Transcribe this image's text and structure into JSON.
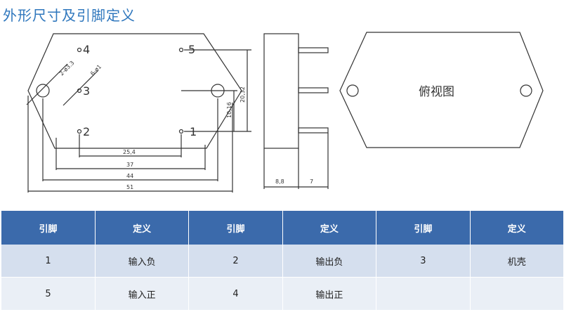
{
  "title": "外形尺寸及引脚定义",
  "drawing": {
    "pin_labels": [
      "4",
      "5",
      "3",
      "2",
      "1"
    ],
    "hole_dia_label": "2-ø3.3",
    "pin_dia_label": "6-ø1",
    "dim_25_4": "25,4",
    "dim_37": "37",
    "dim_44": "44",
    "dim_51": "51",
    "dim_20_32": "20,32",
    "dim_10_16": "10,16",
    "dim_8_8": "8,8",
    "dim_7": "7",
    "top_view_label": "俯视图"
  },
  "table": {
    "headers": [
      "引脚",
      "定义",
      "引脚",
      "定义",
      "引脚",
      "定义"
    ],
    "rows": [
      [
        "1",
        "输入负",
        "2",
        "输出负",
        "3",
        "机壳"
      ],
      [
        "5",
        "输入正",
        "4",
        "输出正",
        "",
        ""
      ]
    ]
  }
}
